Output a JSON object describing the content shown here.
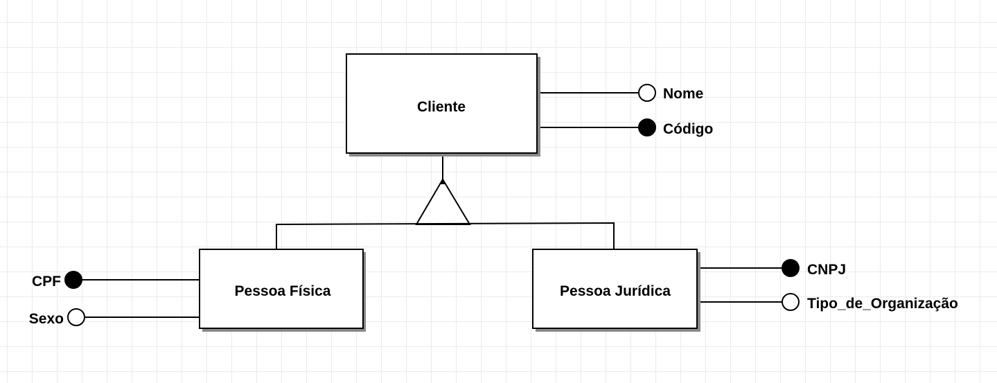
{
  "entities": {
    "parent": "Cliente",
    "child_left": "Pessoa Física",
    "child_right": "Pessoa Jurídica"
  },
  "attributes": {
    "cliente": [
      {
        "name": "Nome",
        "identifier": false
      },
      {
        "name": "Código",
        "identifier": true
      }
    ],
    "pessoa_fisica": [
      {
        "name": "CPF",
        "identifier": true
      },
      {
        "name": "Sexo",
        "identifier": false
      }
    ],
    "pessoa_juridica": [
      {
        "name": "CNPJ",
        "identifier": true
      },
      {
        "name": "Tipo_de_Organização",
        "identifier": false
      }
    ]
  },
  "colors": {
    "line": "#000000",
    "background": "#ffffff",
    "grid": "#ebebeb"
  }
}
